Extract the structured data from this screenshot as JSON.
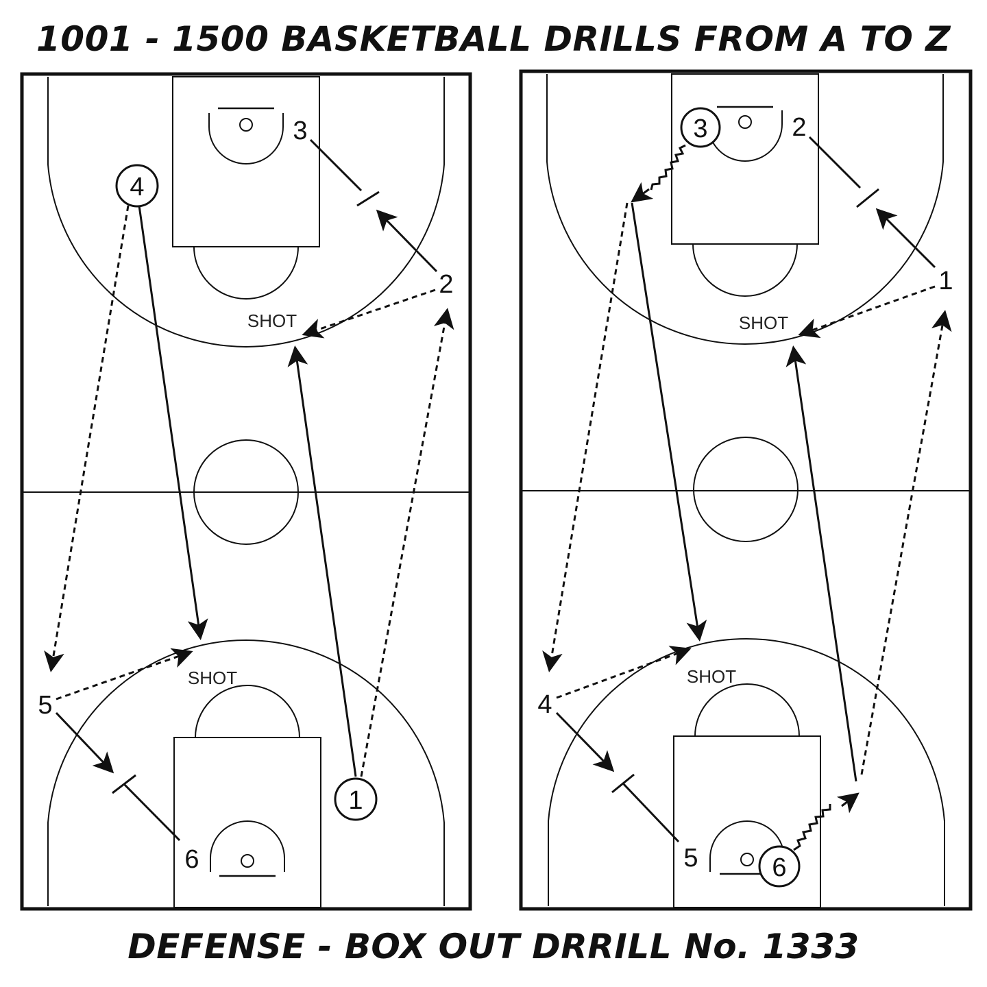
{
  "header": {
    "title": "1001 - 1500 BASKETBALL DRILLS FROM A TO Z"
  },
  "footer": {
    "caption": "DEFENSE - BOX OUT DRRILL No. 1333"
  },
  "diagram_left": {
    "players": {
      "p1": "1",
      "p2": "2",
      "p3": "3",
      "p4": "4",
      "p5": "5",
      "p6": "6"
    },
    "shot_labels": [
      "SHOT",
      "SHOT"
    ]
  },
  "diagram_right": {
    "players": {
      "p1": "1",
      "p2": "2",
      "p3": "3",
      "p4": "4",
      "p5": "5",
      "p6": "6"
    },
    "shot_labels": [
      "SHOT",
      "SHOT"
    ]
  }
}
